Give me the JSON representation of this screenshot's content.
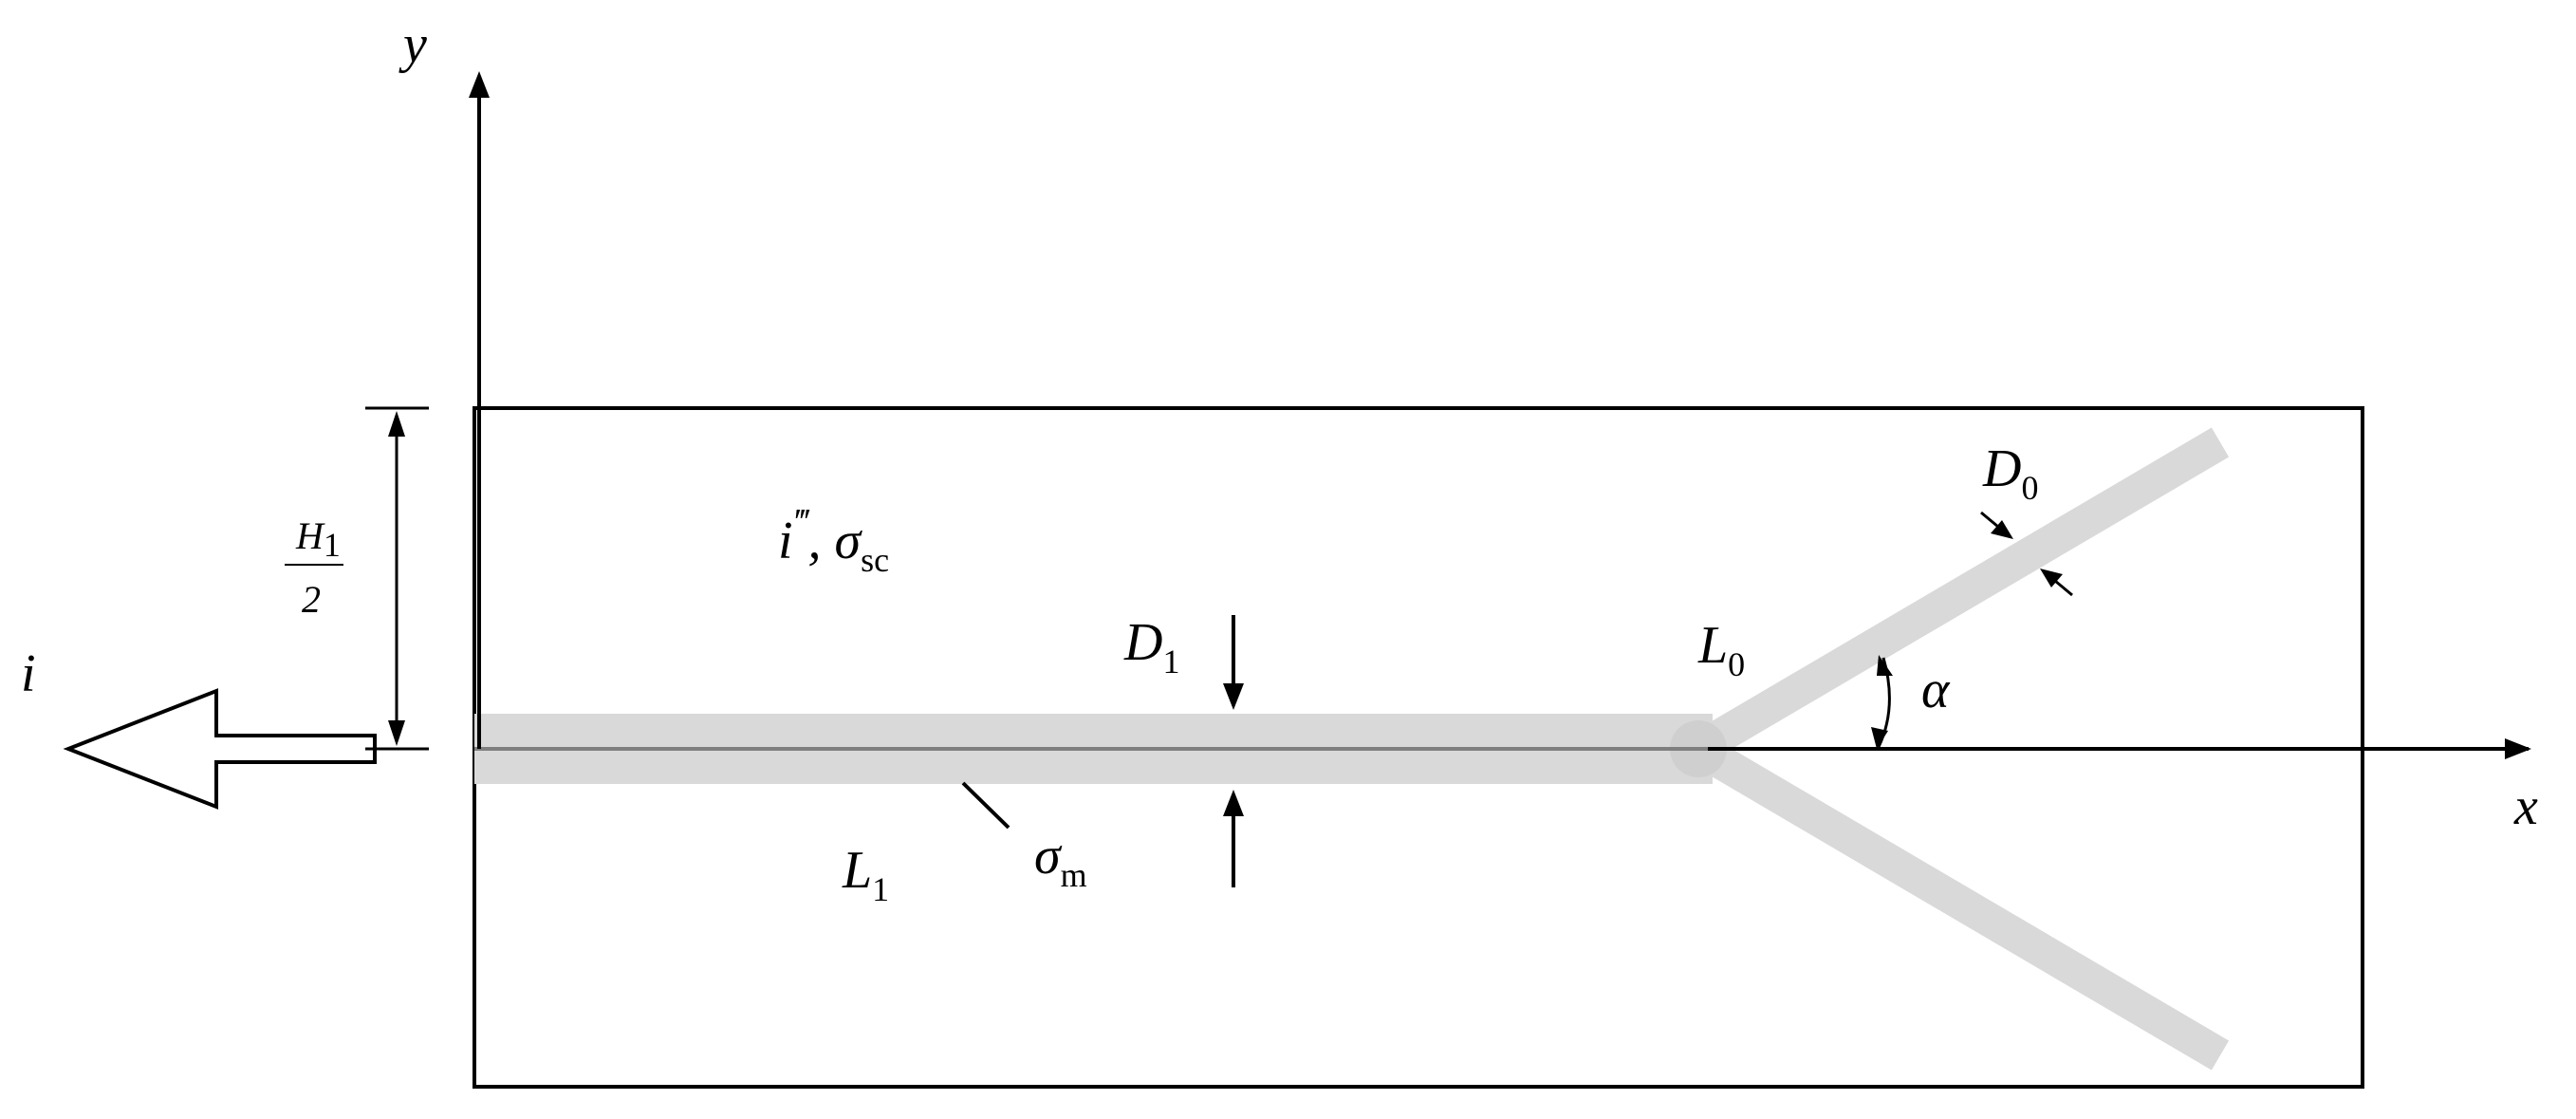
{
  "labels": {
    "axis_x": "x",
    "axis_y": "y",
    "current": "i",
    "source_main": "i",
    "source_primes": "‴",
    "source_sep": ", σ",
    "source_sub": "sc",
    "height_num_main": "H",
    "height_num_sub": "1",
    "height_den": "2",
    "d1_main": "D",
    "d1_sub": "1",
    "d0_main": "D",
    "d0_sub": "0",
    "l0_main": "L",
    "l0_sub": "0",
    "l1_main": "L",
    "l1_sub": "1",
    "sigma_m_main": "σ",
    "sigma_m_sub": "m",
    "alpha": "α"
  },
  "colors": {
    "line": "#000000",
    "channel": "#d9d9d9",
    "centerline": "#7f7f7f"
  }
}
